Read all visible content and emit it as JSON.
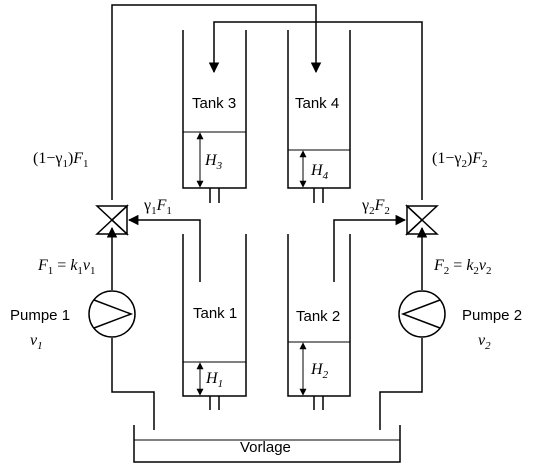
{
  "tanks": {
    "tank1": {
      "label": "Tank 1",
      "level": "H",
      "level_sub": "1"
    },
    "tank2": {
      "label": "Tank 2",
      "level": "H",
      "level_sub": "2"
    },
    "tank3": {
      "label": "Tank 3",
      "level": "H",
      "level_sub": "3"
    },
    "tank4": {
      "label": "Tank 4",
      "level": "H",
      "level_sub": "4"
    }
  },
  "pumps": {
    "pump1": {
      "label": "Pumpe 1",
      "input": "v",
      "input_sub": "1"
    },
    "pump2": {
      "label": "Pumpe 2",
      "input": "v",
      "input_sub": "2"
    }
  },
  "flows": {
    "f1_eq": {
      "lhs": "F",
      "lhs_sub": "1",
      "eq": " = ",
      "k": "k",
      "k_sub": "1",
      "v": "v",
      "v_sub": "1"
    },
    "f2_eq": {
      "lhs": "F",
      "lhs_sub": "2",
      "eq": " = ",
      "k": "k",
      "k_sub": "2",
      "v": "v",
      "v_sub": "2"
    },
    "one_minus_g1": {
      "pre": "(1−",
      "g": "γ",
      "g_sub": "1",
      "post": ")",
      "F": "F",
      "F_sub": "1"
    },
    "one_minus_g2": {
      "pre": "(1−",
      "g": "γ",
      "g_sub": "2",
      "post": ")",
      "F": "F",
      "F_sub": "2"
    },
    "g1F1": {
      "g": "γ",
      "g_sub": "1",
      "F": "F",
      "F_sub": "1"
    },
    "g2F2": {
      "g": "γ",
      "g_sub": "2",
      "F": "F",
      "F_sub": "2"
    }
  },
  "reservoir": {
    "label": "Vorlage"
  }
}
